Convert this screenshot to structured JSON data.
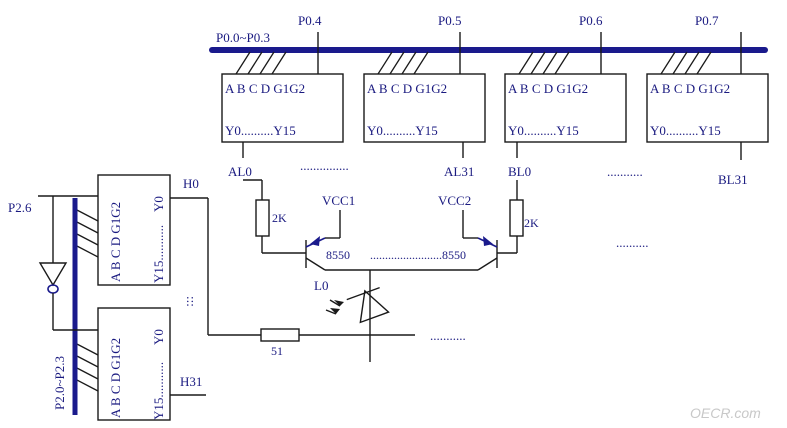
{
  "top_decoders": [
    {
      "pins": "A B C D G1G2",
      "outputs": "Y0..........Y15",
      "port": "P0.4"
    },
    {
      "pins": "A B C D G1G2",
      "outputs": "Y0..........Y15",
      "port": "P0.5"
    },
    {
      "pins": "A B C D G1G2",
      "outputs": "Y0..........Y15",
      "port": "P0.6"
    },
    {
      "pins": "A B C D G1G2",
      "outputs": "Y0..........Y15",
      "port": "P0.7"
    }
  ],
  "bus_label": "P0.0~P0.3",
  "column_lines": [
    "AL0",
    "AL31",
    "BL0",
    "BL31"
  ],
  "row_decoders": [
    {
      "pins": "A B C D G1G2",
      "y0": "Y0",
      "y15": "Y15..........."
    },
    {
      "pins": "A B C D G1G2",
      "y0": "Y0",
      "y15": "Y15..........."
    }
  ],
  "row_lines": [
    "H0",
    "H31"
  ],
  "left_bus_label": "P2.0~P2.3",
  "enable_port": "P2.6",
  "vcc1": "VCC1",
  "vcc2": "VCC2",
  "transistor_1": "8550",
  "transistor_2": "........................8550",
  "resistor_1": "2K",
  "resistor_2": "2K",
  "resistor_row": "51",
  "led_label": "L0",
  "ellipsis": "...............",
  "ellipsis_2": "...........",
  "ellipsis_3": "...........",
  "ellipsis_4": "..........",
  "ellipsis_5": ":::",
  "watermark": "OECR.com"
}
